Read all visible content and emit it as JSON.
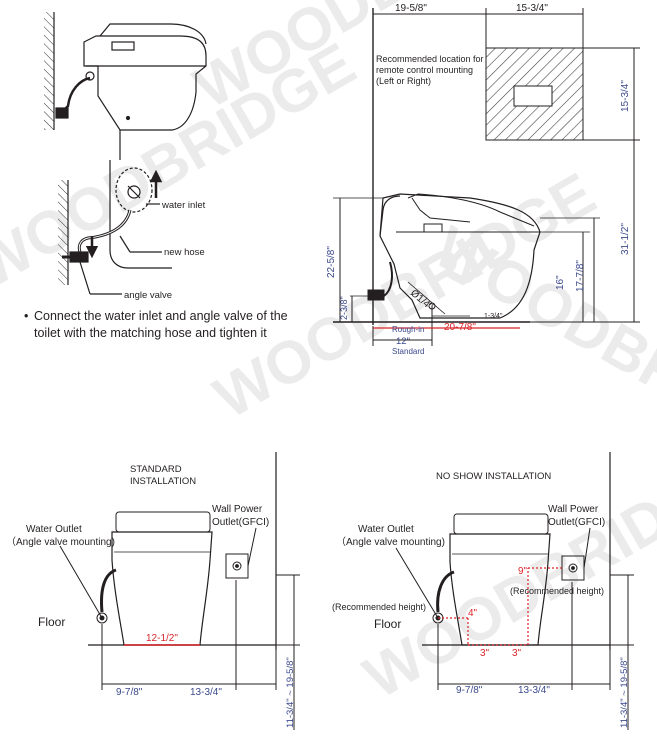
{
  "watermark": "WOODBRIDGE",
  "install_steps": {
    "water_inlet": "water inlet",
    "new_hose": "new hose",
    "angle_valve": "angle valve",
    "instruction_line1": "Connect the water inlet and angle valve of the",
    "instruction_line2": "toilet with the matching hose and tighten it"
  },
  "dimensions": {
    "top_width_left": "19-5/8\"",
    "top_width_right": "15-3/4\"",
    "remote_note_1": "Recommended location for",
    "remote_note_2": "remote control mounting",
    "remote_note_3": "(Left or Right)",
    "remote_height": "15-3/4\"",
    "total_height": "31-1/2\"",
    "height_overall": "22-5/8\"",
    "seat_height": "16\"",
    "bowl_height": "17-7/8\"",
    "inlet_height": "2-3/8\"",
    "inlet_dia": "Ø1/4\"",
    "offset_small": "1-3/4\"",
    "rough_in_label": "Rough-in",
    "depth_red": "20-7/8\"",
    "rough_in_value": "12\"",
    "standard_label": "Standard"
  },
  "standard_install": {
    "title_1": "STANDARD",
    "title_2": "INSTALLATION",
    "water_outlet_1": "Water Outlet",
    "water_outlet_2": "（Angle valve mounting)",
    "wall_power_1": "Wall Power",
    "wall_power_2": "Outlet(GFCI)",
    "floor": "Floor",
    "base_width": "12-1/2\"",
    "left_dim": "9-7/8\"",
    "right_dim": "13-3/4\"",
    "height_range": "11-3/4\" ~ 19-5/8\""
  },
  "no_show_install": {
    "title": "NO SHOW INSTALLATION",
    "water_outlet_1": "Water Outlet",
    "water_outlet_2": "（Angle valve mounting)",
    "wall_power_1": "Wall Power",
    "wall_power_2": "Outlet(GFCI)",
    "rec_height_left": "(Recommended height)",
    "rec_height_right": "(Recommended height)",
    "floor": "Floor",
    "red_9": "9\"",
    "red_4": "4\"",
    "red_3a": "3\"",
    "red_3b": "3\"",
    "left_dim": "9-7/8\"",
    "right_dim": "13-3/4\"",
    "height_range": "11-3/4\" ~ 19-5/8\""
  },
  "colors": {
    "line": "#231f20",
    "dimension_blue": "#3b4a8c",
    "highlight_red": "#d9262a",
    "hatch": "#555555"
  }
}
